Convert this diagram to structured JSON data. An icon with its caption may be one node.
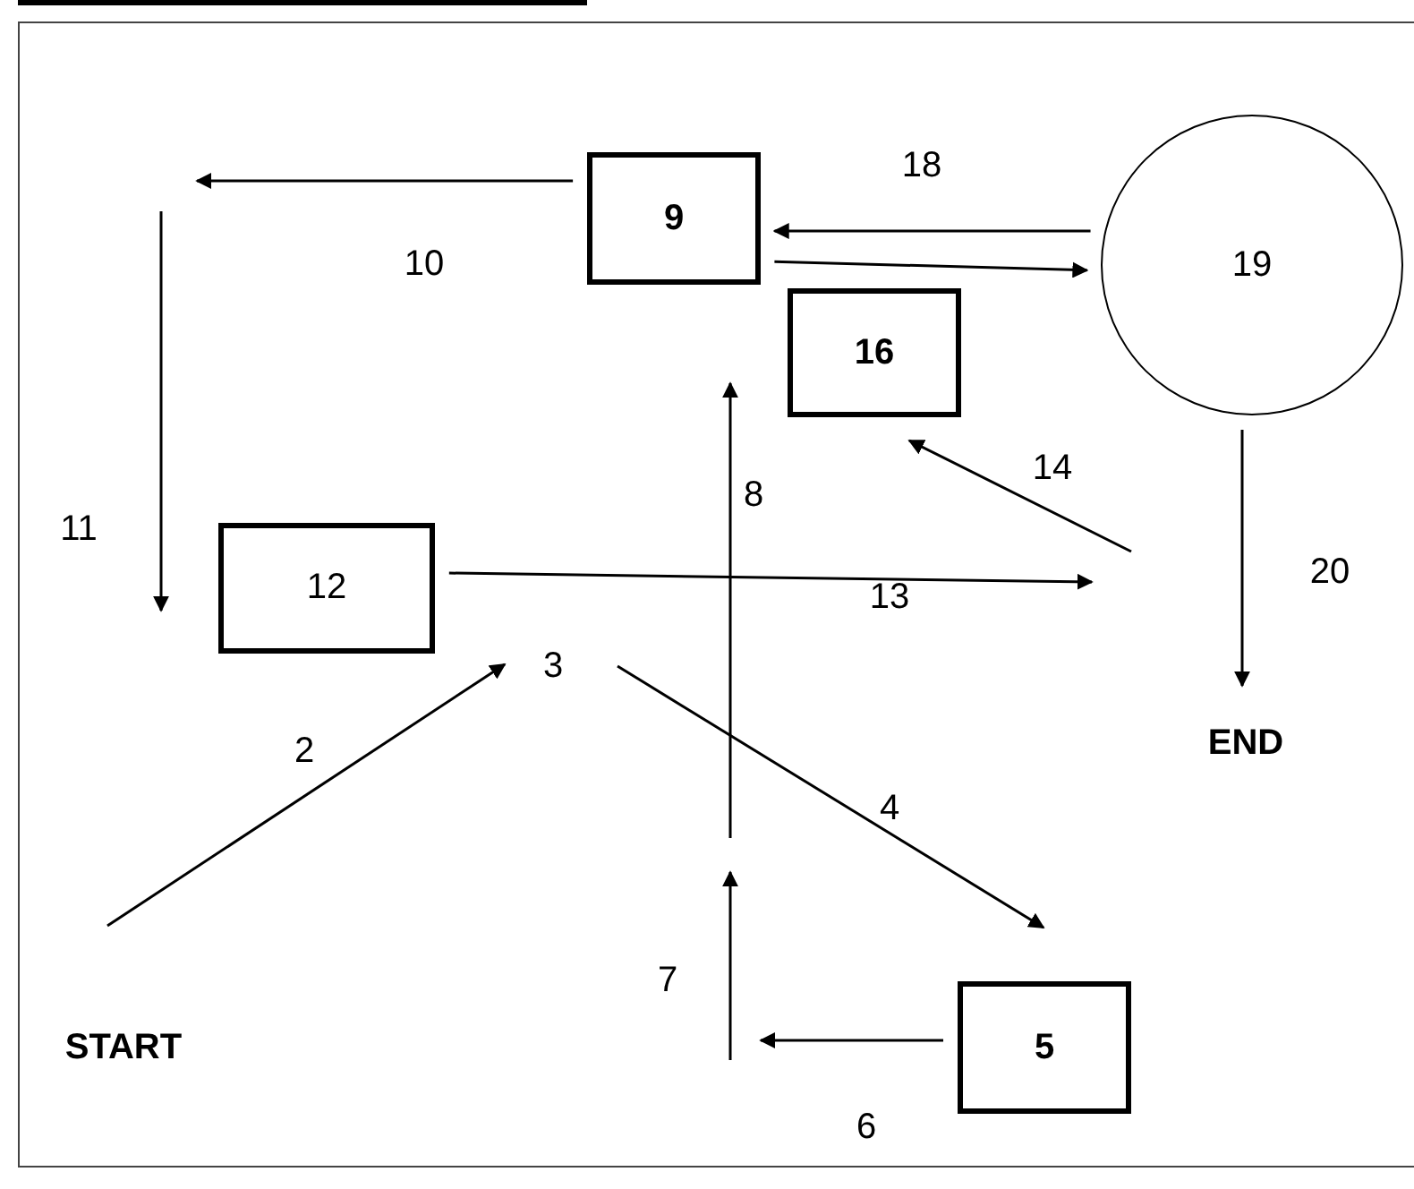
{
  "diagram": {
    "nodes": [
      {
        "text": [
          "9"
        ]
      },
      {
        "text": [
          "19"
        ]
      },
      {
        "text": [
          "16"
        ]
      },
      {
        "text": [
          "12"
        ]
      },
      {
        "text": [
          "3"
        ]
      },
      {
        "text": [
          "END"
        ]
      },
      {
        "text": [
          "START"
        ]
      },
      {
        "text": [
          "5"
        ]
      }
    ],
    "edges": [
      {
        "from": 6,
        "to": 4,
        "arrow": "to",
        "label": "2"
      },
      {
        "from": 4,
        "to": 7,
        "arrow": "to",
        "label": "4"
      },
      {
        "from": 7,
        "to": null,
        "arrow": "to",
        "label": "6"
      },
      {
        "from": 0,
        "to": null,
        "arrow": "to",
        "label": "10"
      },
      {
        "from": 3,
        "to": null,
        "arrow": "to",
        "label": "13"
      },
      {
        "from": null,
        "to": 2,
        "arrow": "to",
        "label": "14"
      },
      {
        "from": 1,
        "to": 0,
        "arrow": "to",
        "label": "18"
      },
      {
        "from": 0,
        "to": 1,
        "arrow": "to"
      },
      {
        "from": 1,
        "to": 5,
        "arrow": "to",
        "label": "20"
      }
    ],
    "labels": [
      "11",
      "8",
      "7"
    ]
  }
}
